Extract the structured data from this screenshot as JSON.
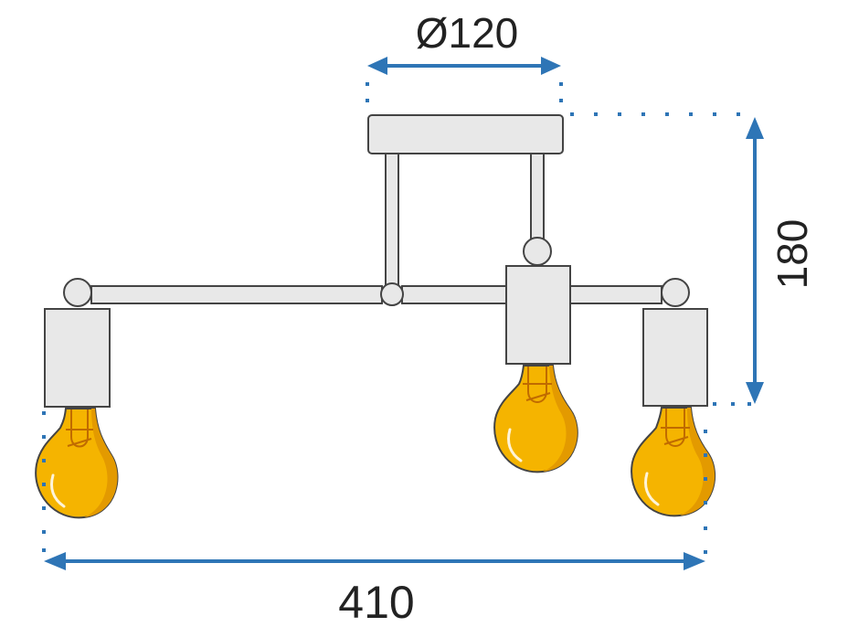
{
  "dimensions": {
    "canopy_diameter": "Ø120",
    "height": "180",
    "width": "410"
  },
  "colors": {
    "dimension_line": "#2e75b6",
    "bulb_glass": "#f5b400",
    "metal": "#e8e8e8",
    "outline": "#444444"
  },
  "parts": [
    "ceiling-canopy",
    "support-rods",
    "horizontal-arm",
    "joint-knobs",
    "lamp-sockets",
    "filament-bulbs"
  ]
}
